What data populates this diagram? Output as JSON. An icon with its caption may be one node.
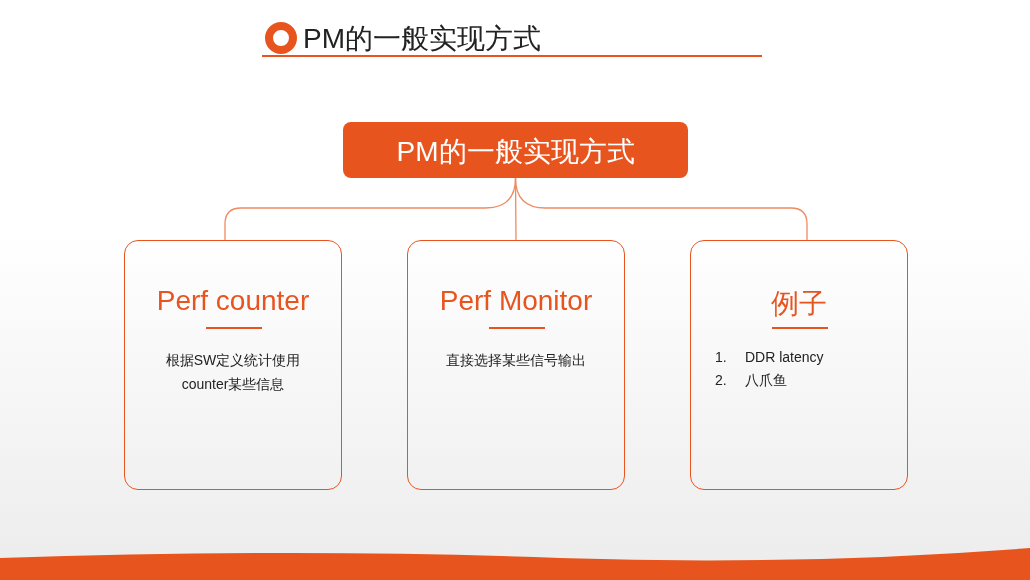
{
  "diagram": {
    "title": "PM的一般实现方式",
    "nodes": [
      {
        "text": [
          "PM的一般实现方式"
        ]
      },
      {
        "text": [
          "Perf counter",
          "根据SW定义统计使用counter某些信息"
        ]
      },
      {
        "text": [
          "Perf Monitor",
          "直接选择某些信号输出"
        ]
      },
      {
        "text": [
          "例子",
          "1.",
          "DDR latency",
          "2.",
          "八爪鱼"
        ]
      }
    ],
    "edges": [
      {
        "from": 0,
        "to": 1,
        "arrow": "none"
      },
      {
        "from": 0,
        "to": 2,
        "arrow": "none"
      },
      {
        "from": 0,
        "to": 3,
        "arrow": "none"
      }
    ]
  }
}
